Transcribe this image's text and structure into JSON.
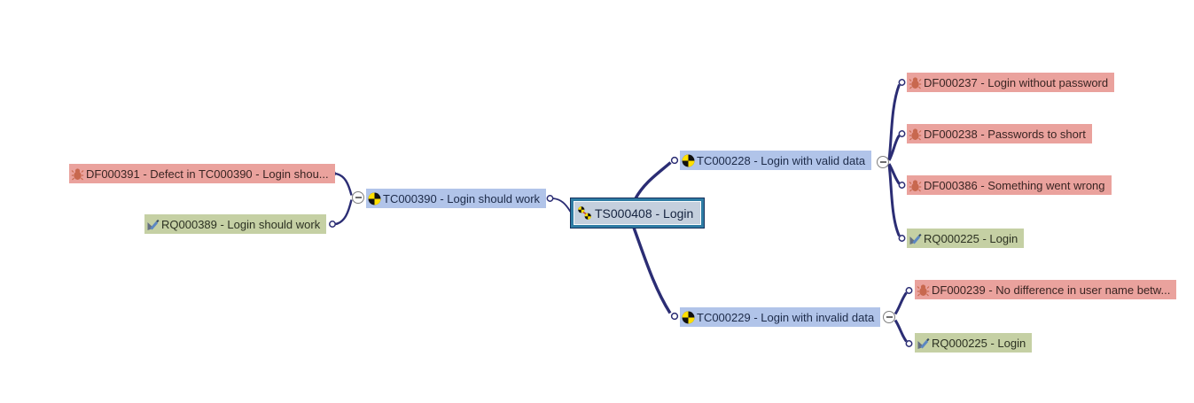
{
  "app": {
    "view": "test-structure-mindmap"
  },
  "colors": {
    "background": "#ffffff",
    "connector": "#2b2d74",
    "test_node_bg": "#b1c4e9",
    "defect_node_bg": "#eaa29d",
    "requirement_node_bg": "#c5d0a4",
    "selected_node_bg": "#c4cfdd",
    "selected_node_border": "#2e7ca4",
    "testcase_icon_yellow": "#ffdf00",
    "defect_icon_red": "#c8684f",
    "requirement_icon_blue": "#5c87c2"
  },
  "nodes": {
    "ts000408": {
      "label": "TS000408 - Login",
      "type": "test-suite",
      "selected": true
    },
    "tc000390": {
      "label": "TC000390 - Login should work",
      "type": "test-case"
    },
    "df000391": {
      "label": "DF000391 - Defect in TC000390 - Login shou...",
      "type": "defect"
    },
    "rq000389": {
      "label": "RQ000389 - Login should work",
      "type": "requirement"
    },
    "tc000228": {
      "label": "TC000228 - Login with valid data",
      "type": "test-case"
    },
    "df000237": {
      "label": "DF000237 - Login without password",
      "type": "defect"
    },
    "df000238": {
      "label": "DF000238 - Passwords to short",
      "type": "defect"
    },
    "df000386": {
      "label": "DF000386 - Something went wrong",
      "type": "defect"
    },
    "rq000225_top": {
      "label": "RQ000225 - Login",
      "type": "requirement"
    },
    "tc000229": {
      "label": "TC000229 - Login with invalid data",
      "type": "test-case"
    },
    "df000239": {
      "label": "DF000239 - No difference in user name betw...",
      "type": "defect"
    },
    "rq000225_bottom": {
      "label": "RQ000225 - Login",
      "type": "requirement"
    }
  },
  "toggles": {
    "state": "collapse",
    "glyph": "minus"
  }
}
